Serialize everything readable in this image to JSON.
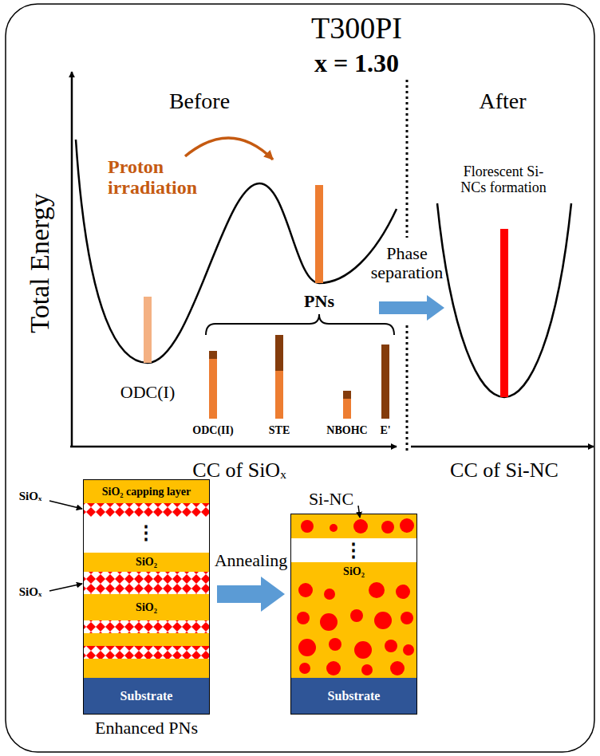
{
  "diagram": {
    "title": "T300PI",
    "nodes": [
      {
        "text": [
          "Enhanced PNs"
        ]
      },
      {
        "text": [
          "SiO₂ capping layer"
        ],
        "in": 0
      },
      {
        "text": [
          "SiO₂"
        ],
        "in": 0
      },
      {
        "text": [
          "SiO₂"
        ],
        "in": 0
      },
      {
        "text": [
          "Substrate"
        ],
        "in": 0
      },
      {
        "text": [
          "SiO₂"
        ]
      },
      {
        "text": [
          "Substrate"
        ],
        "in": 5
      }
    ],
    "edges": [
      {
        "from": 0,
        "to": 5,
        "arrow": "to",
        "label": "Annealing"
      }
    ],
    "labels": [
      "x = 1.30",
      "Before",
      "After",
      "Total Energy",
      "CC of SiOₓ",
      "CC of Si-NC",
      "Proton irradiation",
      "ODC(I)",
      "PNs",
      "ODC(II)",
      "STE",
      "NBOHC",
      "E'",
      "Phase separation",
      "Florescent Si-NCs formation",
      "SiOₓ",
      "SiOₓ",
      "⋮",
      "⋮",
      "Si-NC"
    ]
  }
}
